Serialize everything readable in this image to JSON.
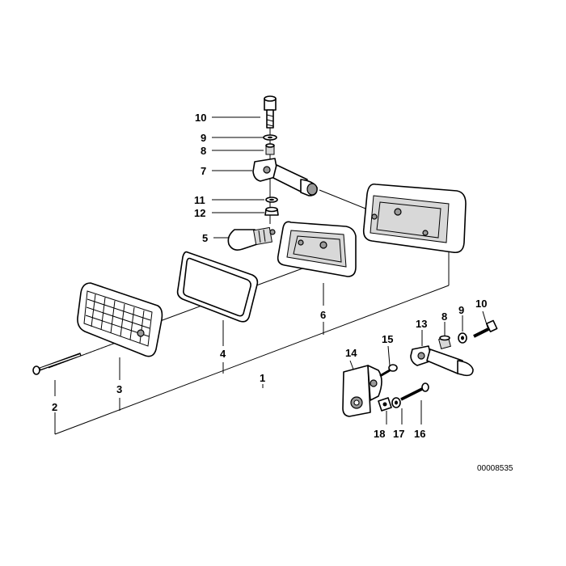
{
  "callouts": [
    "1",
    "2",
    "3",
    "4",
    "5",
    "6",
    "7",
    "8",
    "9",
    "10",
    "11",
    "12",
    "13",
    "14",
    "15",
    "16",
    "17",
    "18"
  ],
  "callouts_right": {
    "c8": "8",
    "c9": "9",
    "c10": "10"
  },
  "reference_number": "00008535"
}
